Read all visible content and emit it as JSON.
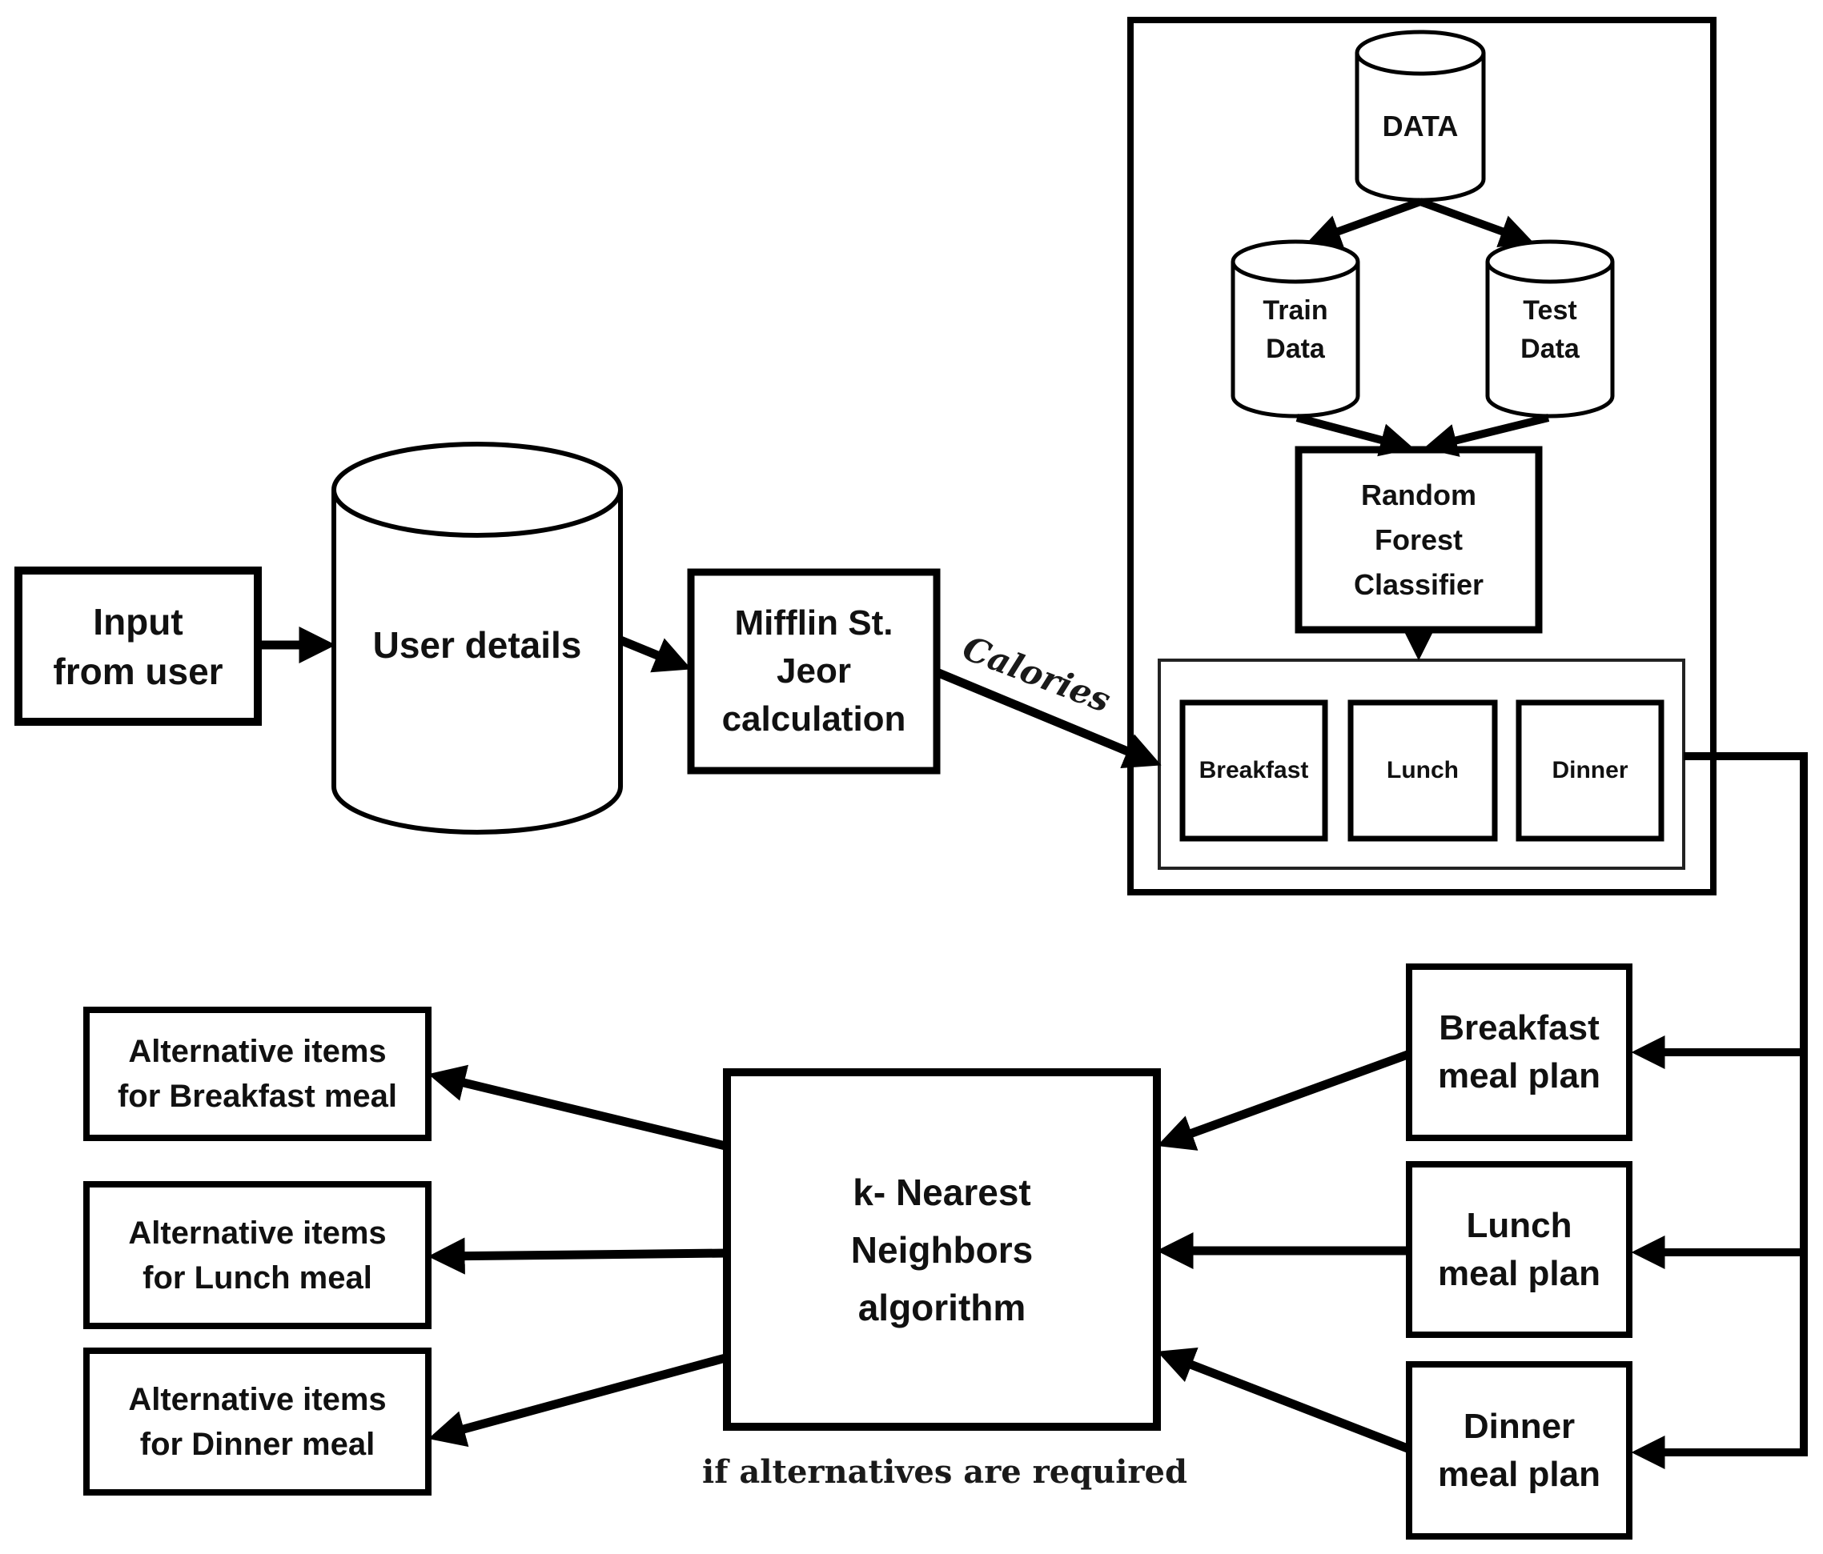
{
  "colors": {
    "ink": "#000000",
    "text": "#111111",
    "background": "#ffffff"
  },
  "nodes": {
    "input": {
      "lines": [
        "Input",
        "from user"
      ]
    },
    "user_details": {
      "label": "User details"
    },
    "mifflin": {
      "lines": [
        "Mifflin St.",
        "Jeor",
        "calculation"
      ]
    },
    "data_store": {
      "label": "DATA"
    },
    "train": {
      "lines": [
        "Train",
        "Data"
      ]
    },
    "test": {
      "lines": [
        "Test",
        "Data"
      ]
    },
    "rfc": {
      "lines": [
        "Random",
        "Forest",
        "Classifier"
      ]
    },
    "meal_classes": {
      "breakfast": "Breakfast",
      "lunch": "Lunch",
      "dinner": "Dinner"
    },
    "meal_plans": {
      "breakfast": [
        "Breakfast",
        "meal plan"
      ],
      "lunch": [
        "Lunch",
        "meal plan"
      ],
      "dinner": [
        "Dinner",
        "meal plan"
      ]
    },
    "knn": {
      "lines": [
        "k- Nearest",
        "Neighbors",
        "algorithm"
      ],
      "caption": "if alternatives are required"
    },
    "alternatives": {
      "breakfast": [
        "Alternative items",
        "for Breakfast meal"
      ],
      "lunch": [
        "Alternative items",
        "for Lunch meal"
      ],
      "dinner": [
        "Alternative items",
        "for Dinner meal"
      ]
    }
  },
  "edges": {
    "calories_label": "Calories"
  }
}
